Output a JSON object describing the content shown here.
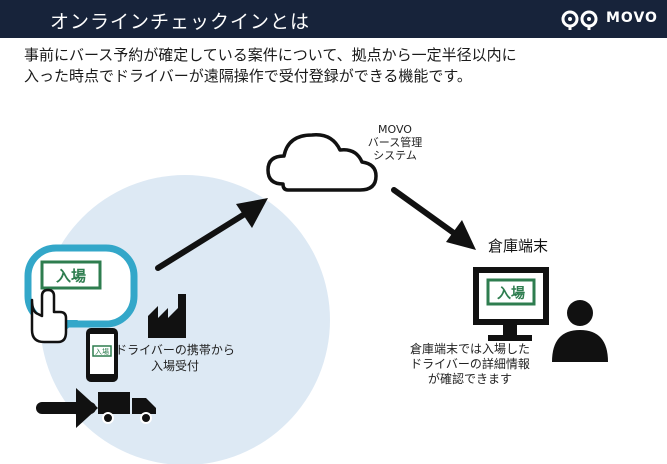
{
  "header": {
    "title": "オンラインチェックインとは",
    "logo_text": "MOVO",
    "bg_color": "#17233a"
  },
  "intro": {
    "line1": "事前にバース予約が確定している案件について、拠点から一定半径以内に",
    "line2": "入った時点でドライバーが遠隔操作で受付登録ができる機能です。"
  },
  "diagram": {
    "system_label": {
      "line1": "MOVO",
      "line2": "バース管理",
      "line3": "システム"
    },
    "warehouse_label": "倉庫端末",
    "entry_badge_phone": "入場",
    "entry_badge_screen": "入場",
    "phone_badge": "入場",
    "driver_caption": {
      "line1": "ドライバーの携帯から",
      "line2": "入場受付"
    },
    "warehouse_caption": {
      "line1": "倉庫端末では入場した",
      "line2": "ドライバーの詳細情報",
      "line3": "が確認できます"
    },
    "icons": [
      "cloud-icon",
      "factory-icon",
      "truck-icon",
      "smartphone-icon",
      "hand-pointer-icon",
      "monitor-icon",
      "person-icon",
      "arrow-icon"
    ],
    "colors": {
      "accent_green": "#2e7d4f",
      "bubble_blue": "#33a7c9",
      "zone_fill": "#dde9f4"
    }
  }
}
